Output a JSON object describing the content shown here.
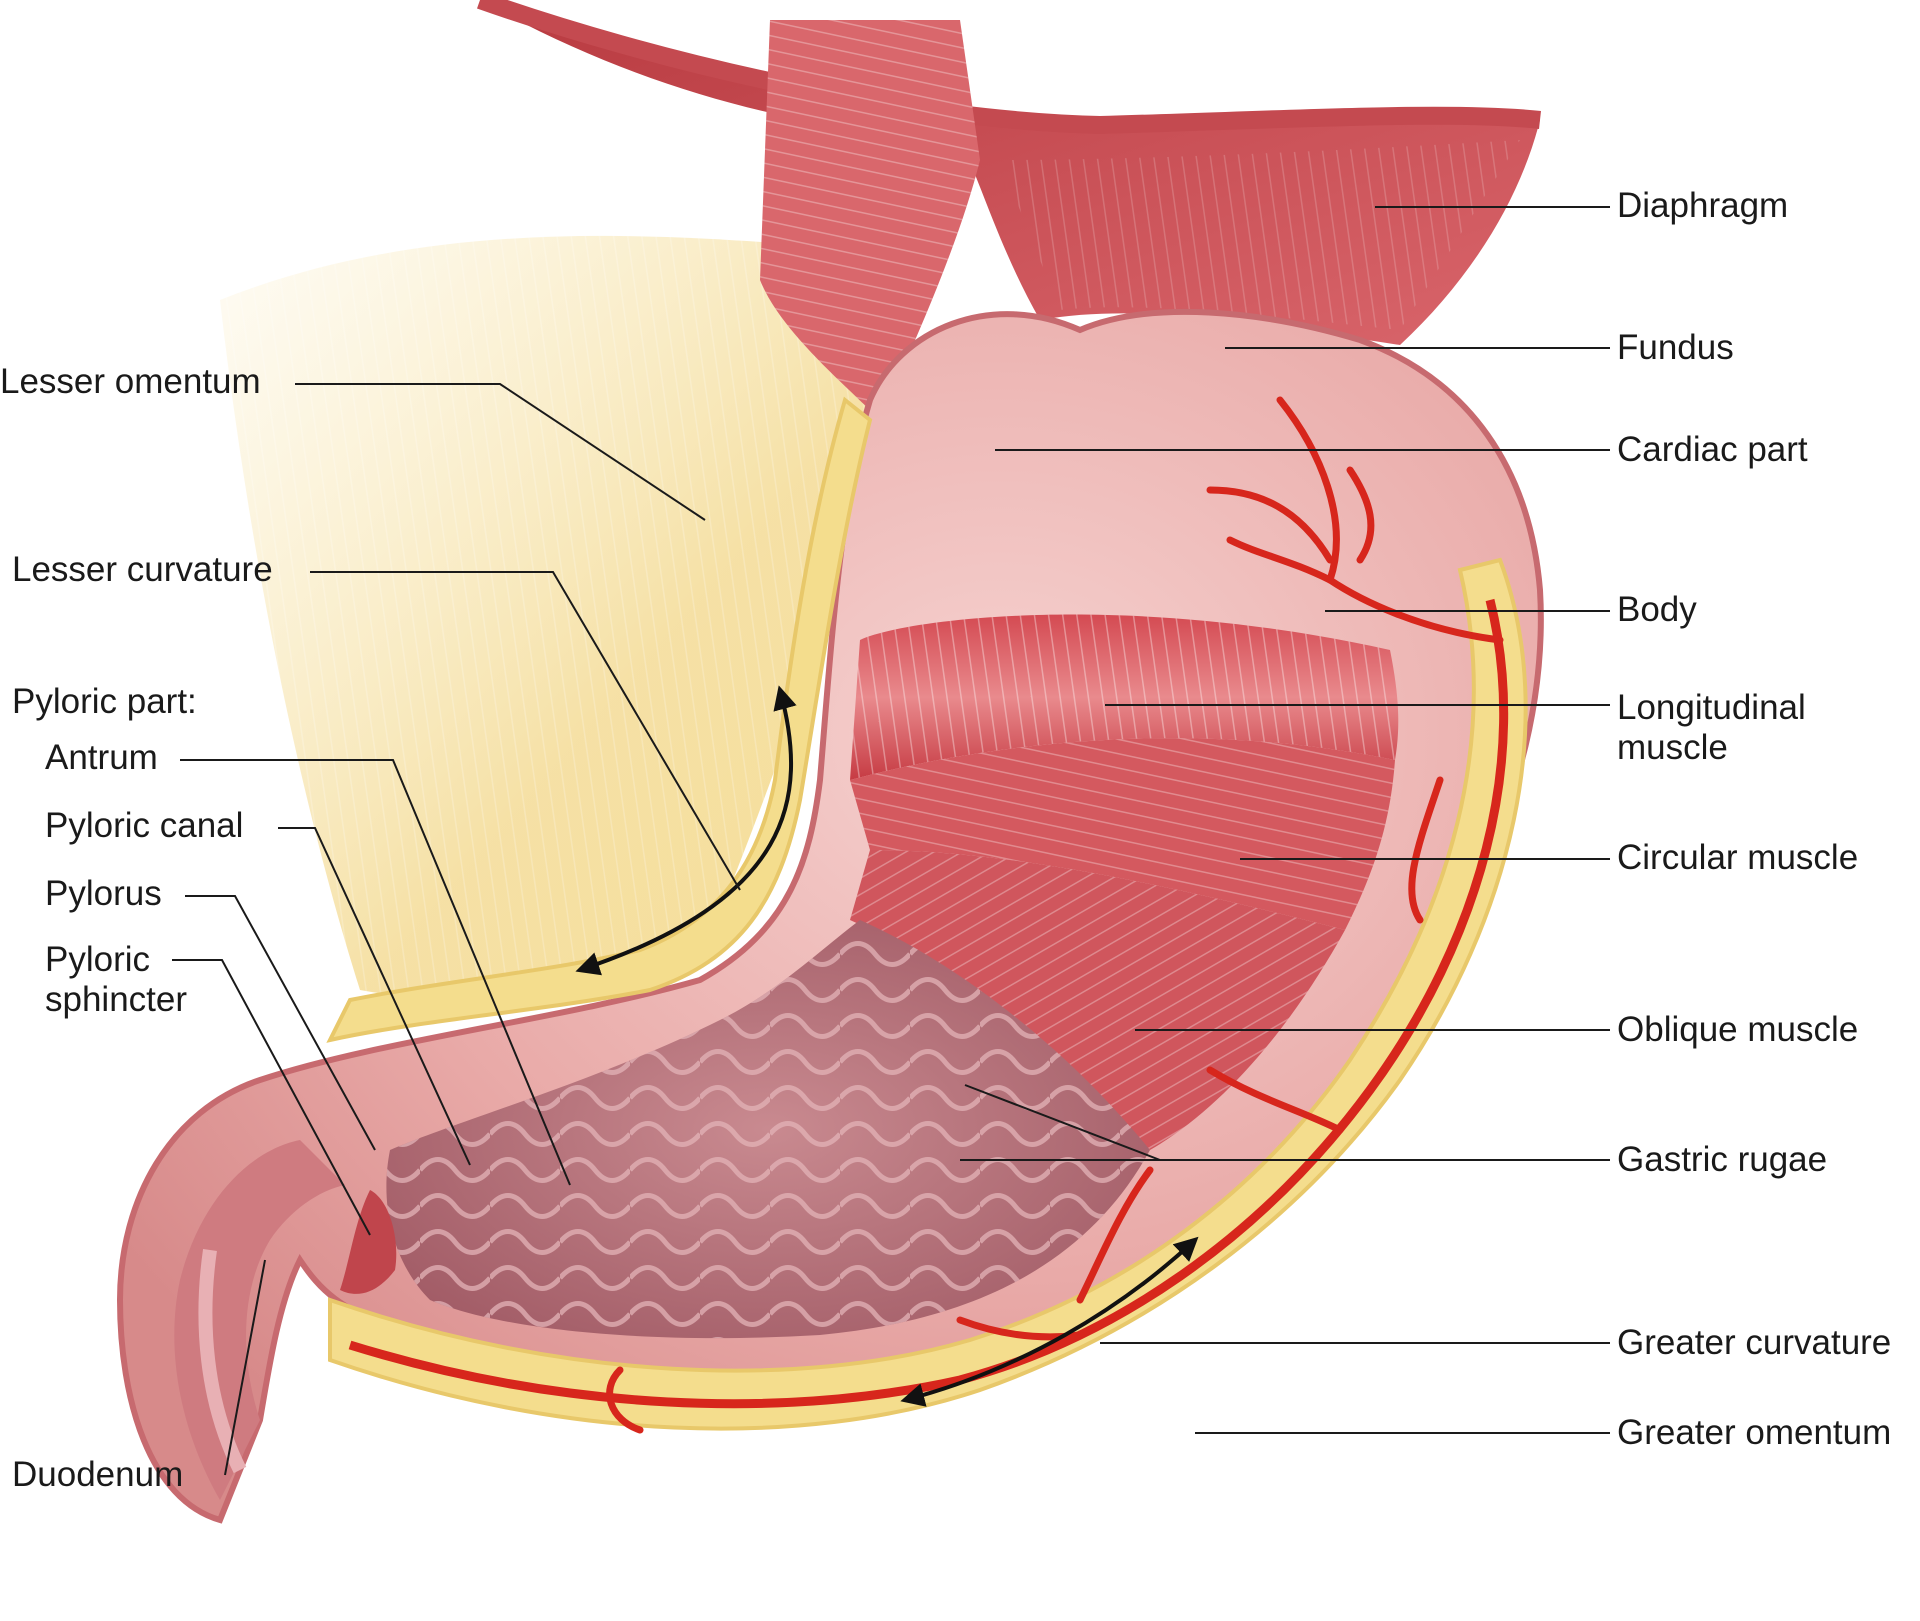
{
  "colors": {
    "tissue_pink": "#e9aaa8",
    "muscle_red": "#c63b43",
    "mucosa": "#b06a70",
    "fat_yellow": "#f4dd8d",
    "vessel_red": "#d7261c",
    "leader_line": "#1a1a1a"
  },
  "labels": {
    "left": {
      "lesser_omentum": "Lesser omentum",
      "lesser_curvature": "Lesser curvature",
      "pyloric_part_heading": "Pyloric part:",
      "antrum": "Antrum",
      "pyloric_canal": "Pyloric canal",
      "pylorus": "Pylorus",
      "pyloric_sphincter_line1": "Pyloric",
      "pyloric_sphincter_line2": "sphincter",
      "duodenum": "Duodenum"
    },
    "right": {
      "diaphragm": "Diaphragm",
      "fundus": "Fundus",
      "cardiac_part": "Cardiac part",
      "body": "Body",
      "longitudinal_muscle_line1": "Longitudinal",
      "longitudinal_muscle_line2": "muscle",
      "circular_muscle": "Circular muscle",
      "oblique_muscle": "Oblique muscle",
      "gastric_rugae": "Gastric rugae",
      "greater_curvature": "Greater curvature",
      "greater_omentum": "Greater omentum"
    }
  }
}
